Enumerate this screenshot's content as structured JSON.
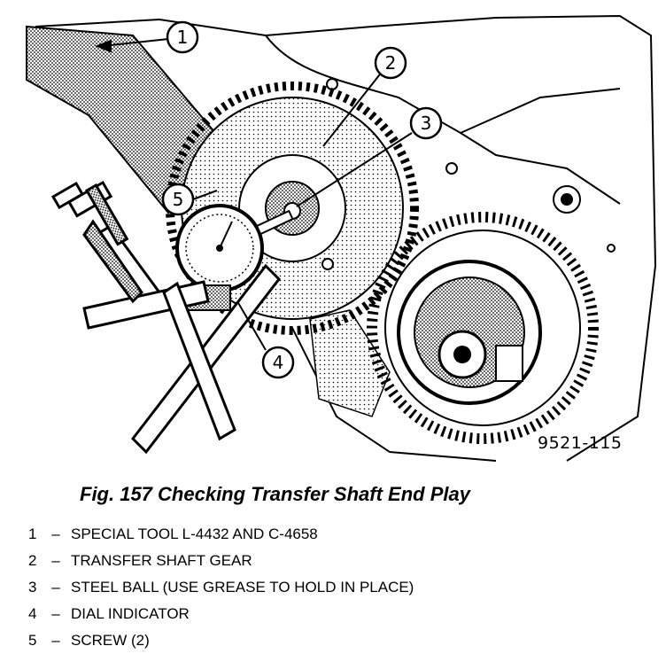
{
  "figure": {
    "id_label": "9521-115",
    "callouts": [
      "1",
      "2",
      "3",
      "4",
      "5"
    ],
    "caption": "Fig. 157 Checking Transfer Shaft End Play"
  },
  "legend": [
    {
      "num": "1",
      "dash": "–",
      "text": "SPECIAL TOOL L-4432 AND C-4658"
    },
    {
      "num": "2",
      "dash": "–",
      "text": "TRANSFER SHAFT GEAR"
    },
    {
      "num": "3",
      "dash": "–",
      "text": "STEEL BALL (USE GREASE TO HOLD IN PLACE)"
    },
    {
      "num": "4",
      "dash": "–",
      "text": "DIAL INDICATOR"
    },
    {
      "num": "5",
      "dash": "–",
      "text": "SCREW (2)"
    }
  ]
}
